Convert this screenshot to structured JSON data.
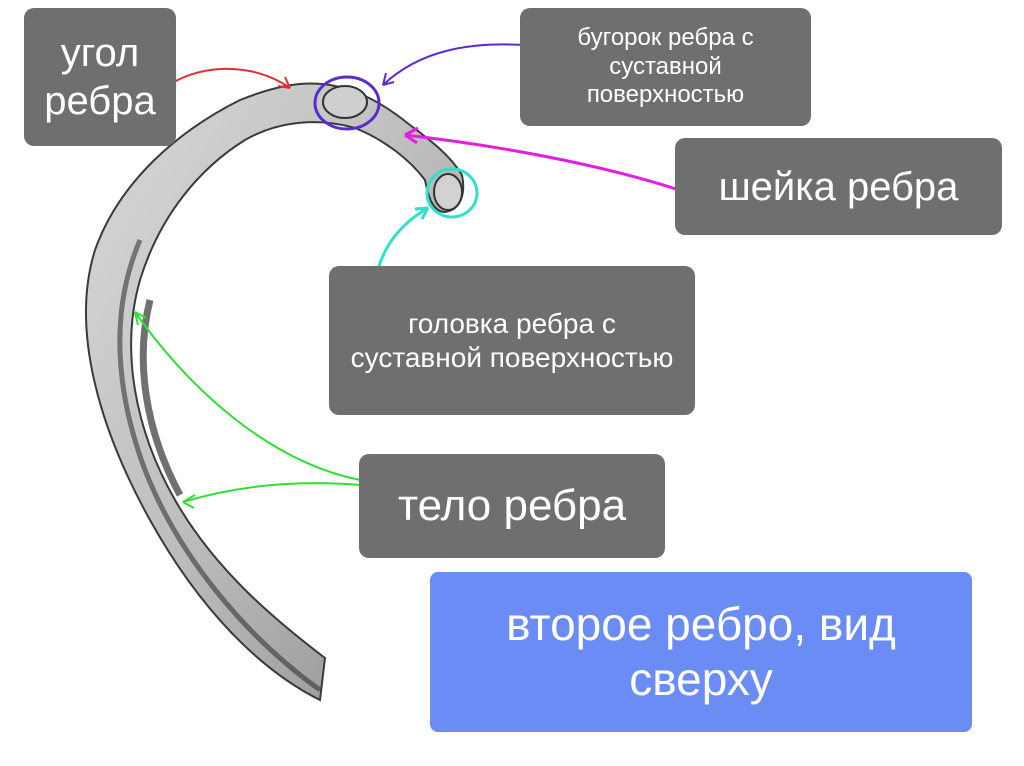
{
  "labels": {
    "rib_angle": "угол ребра",
    "rib_tubercle": "бугорок ребра с суставной поверхностью",
    "rib_neck": "шейка ребра",
    "rib_head": "головка ребра с суставной поверхностью",
    "rib_body": "тело ребра",
    "title": "второе ребро, вид сверху"
  },
  "colors": {
    "label_bg": "#6f6f6f",
    "title_bg": "#6b8cf5",
    "arrow_angle": "#e03030",
    "arrow_tubercle": "#5b2bd0",
    "arrow_neck": "#e020e0",
    "arrow_head": "#30e0c8",
    "arrow_body": "#30e030"
  }
}
